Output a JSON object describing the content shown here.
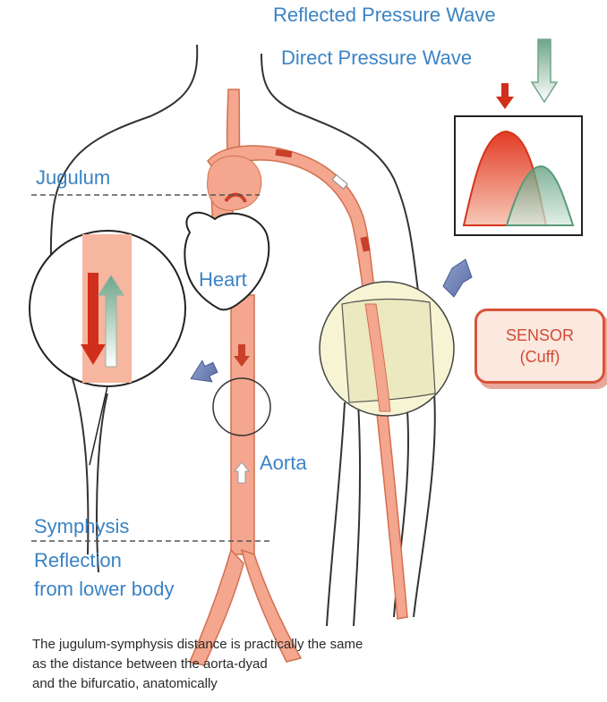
{
  "labels": {
    "reflected_wave": "Reflected Pressure Wave",
    "direct_wave": "Direct Pressure Wave",
    "jugulum": "Jugulum",
    "heart": "Heart",
    "aorta": "Aorta",
    "symphysis": "Symphysis",
    "reflection_line1": "Reflection",
    "reflection_line2": "from lower body"
  },
  "sensor": {
    "line1": "SENSOR",
    "line2": "(Cuff)"
  },
  "caption": {
    "line1": "The jugulum-symphysis distance is practically the same",
    "line2": "as the distance between the aorta-dyad",
    "line3": "and the bifurcatio, anatomically"
  },
  "colors": {
    "label_blue": "#3b83c4",
    "artery": "#f08a6e",
    "reflected": "#e23b24",
    "direct": "#6fa58a",
    "sensor_border": "#d9533a",
    "cuff_circle": "#f6f3cf"
  }
}
